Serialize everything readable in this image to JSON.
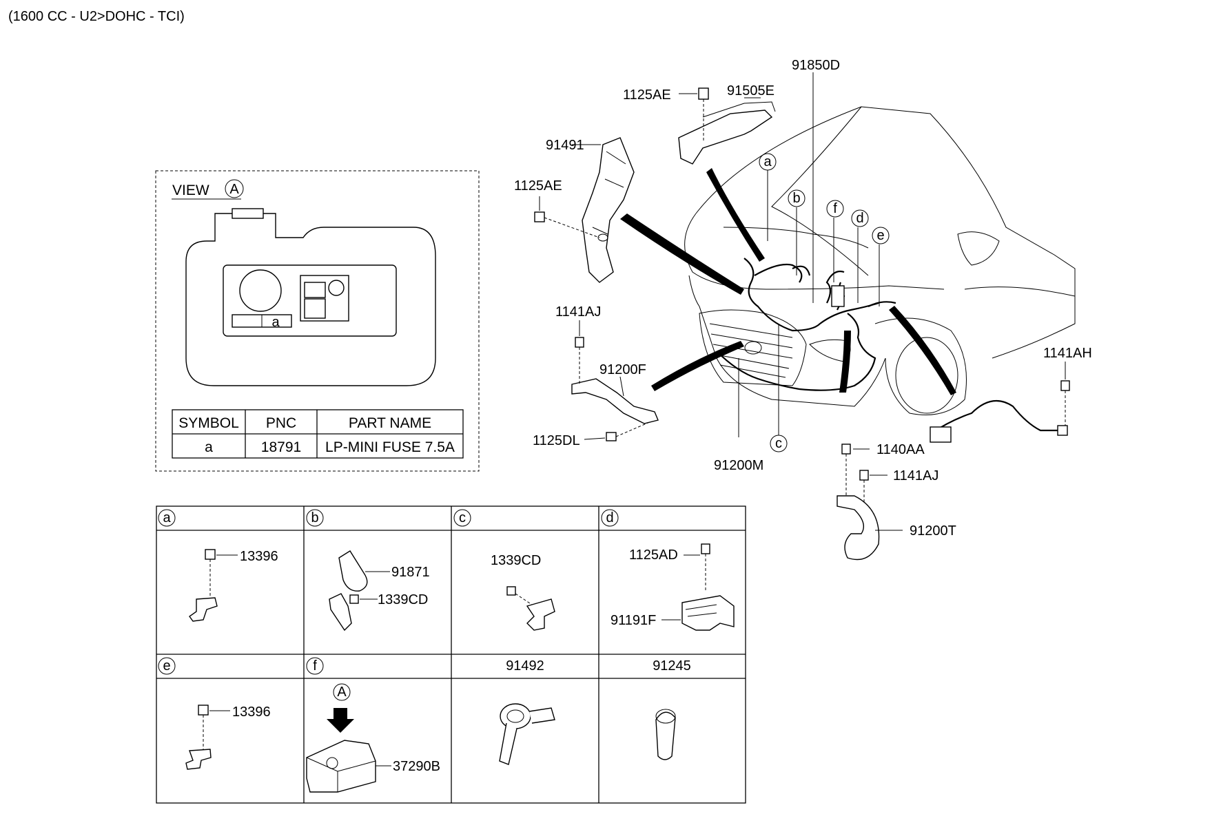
{
  "header": {
    "spec": "(1600 CC - U2>DOHC - TCI)"
  },
  "view_box": {
    "title": "VIEW",
    "title_marker": "A",
    "fuse_slot_label": "a",
    "table": {
      "headers": [
        "SYMBOL",
        "PNC",
        "PART NAME"
      ],
      "rows": [
        {
          "symbol": "a",
          "pnc": "18791",
          "part_name": "LP-MINI FUSE 7.5A"
        }
      ]
    }
  },
  "main_callouts": {
    "p1125AE_top": "1125AE",
    "p91505E": "91505E",
    "p91850D": "91850D",
    "p91491": "91491",
    "p1125AE_left": "1125AE",
    "p1141AJ_left": "1141AJ",
    "p91200F": "91200F",
    "p1125DL": "1125DL",
    "p91200M": "91200M",
    "p1141AH": "1141AH",
    "p1140AA": "1140AA",
    "p1141AJ_right": "1141AJ",
    "p91200T": "91200T"
  },
  "markers": {
    "a": "a",
    "b": "b",
    "c": "c",
    "d": "d",
    "e": "e",
    "f": "f",
    "A": "A"
  },
  "detail_grid": {
    "cells": [
      {
        "id": "a",
        "marker": "a",
        "parts": [
          "13396"
        ]
      },
      {
        "id": "b",
        "marker": "b",
        "parts": [
          "91871",
          "1339CD"
        ]
      },
      {
        "id": "c",
        "marker": "c",
        "parts": [
          "1339CD"
        ]
      },
      {
        "id": "d",
        "marker": "d",
        "parts": [
          "1125AD",
          "91191F"
        ]
      },
      {
        "id": "e",
        "marker": "e",
        "parts": [
          "13396"
        ]
      },
      {
        "id": "f",
        "marker": "f",
        "view_marker": "A",
        "parts": [
          "37290B"
        ]
      },
      {
        "id": "g",
        "header": "91492"
      },
      {
        "id": "h",
        "header": "91245"
      }
    ]
  }
}
